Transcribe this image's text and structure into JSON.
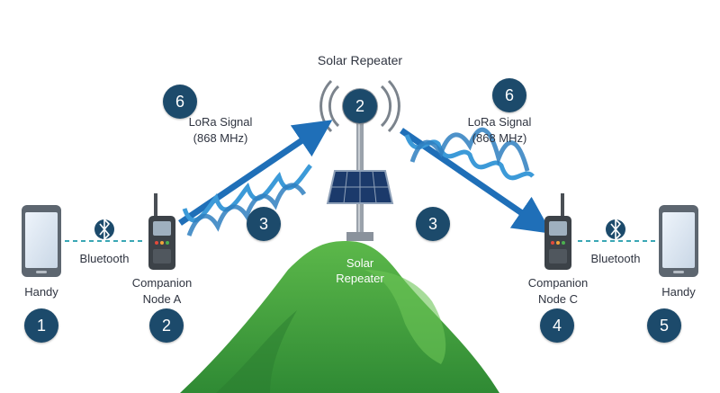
{
  "title": "Solar Repeater",
  "left_lora": {
    "line1": "LoRa Signal",
    "line2": "(868 MHz)"
  },
  "right_lora": {
    "line1": "LoRa Signal",
    "line2": "(868 MHz)"
  },
  "mountain_label": {
    "line1": "Solar",
    "line2": "Repeater"
  },
  "left_bluetooth_label": "Bluetooth",
  "right_bluetooth_label": "Bluetooth",
  "left_handy_label": "Handy",
  "right_handy_label": "Handy",
  "node_a_label": {
    "line1": "Companion",
    "line2": "Node A"
  },
  "node_c_label": {
    "line1": "Companion",
    "line2": "Node C"
  },
  "badges": {
    "repeater": "2",
    "lora_left": "6",
    "lora_right": "6",
    "wave_left": "3",
    "wave_right": "3",
    "handy_left": "1",
    "node_a": "2",
    "node_c": "4",
    "handy_right": "5"
  },
  "colors": {
    "badge": "#1c4a6b",
    "arrow": "#1f6fb8",
    "wave": "#3c9ad8",
    "mountain": "#3f9a3c",
    "mountain_light": "#5cb84a",
    "bluetooth_line": "#3aa7b4"
  }
}
